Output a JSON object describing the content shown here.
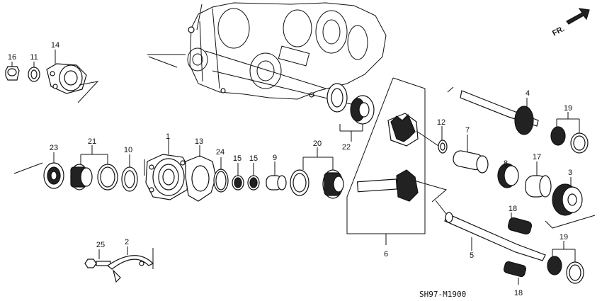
{
  "diagram": {
    "code": "SH97-M1900",
    "direction_marker": "FR.",
    "parts": [
      {
        "num": "1"
      },
      {
        "num": "2"
      },
      {
        "num": "3"
      },
      {
        "num": "4"
      },
      {
        "num": "5"
      },
      {
        "num": "6"
      },
      {
        "num": "7"
      },
      {
        "num": "8"
      },
      {
        "num": "9"
      },
      {
        "num": "10"
      },
      {
        "num": "11"
      },
      {
        "num": "12"
      },
      {
        "num": "13"
      },
      {
        "num": "14"
      },
      {
        "num": "15"
      },
      {
        "num": "15"
      },
      {
        "num": "16"
      },
      {
        "num": "17"
      },
      {
        "num": "18"
      },
      {
        "num": "18"
      },
      {
        "num": "19"
      },
      {
        "num": "19"
      },
      {
        "num": "20"
      },
      {
        "num": "21"
      },
      {
        "num": "22"
      },
      {
        "num": "23"
      },
      {
        "num": "24"
      },
      {
        "num": "25"
      }
    ]
  }
}
